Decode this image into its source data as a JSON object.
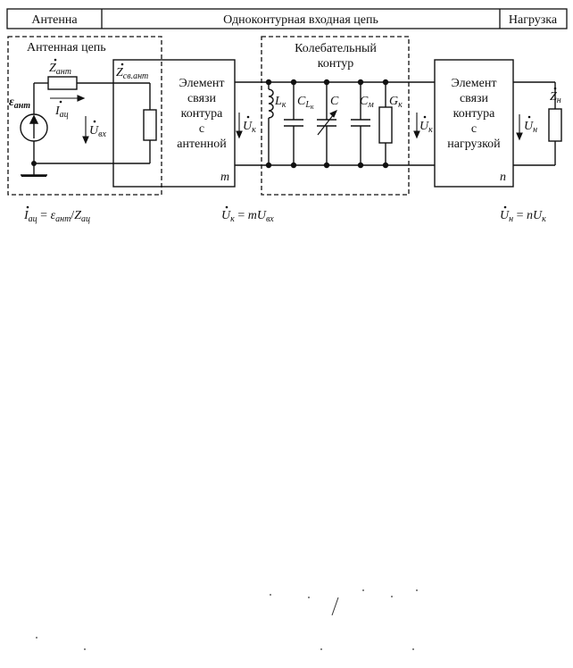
{
  "header": {
    "antenna": "Антенна",
    "input_circuit": "Одноконтурная входная цепь",
    "load": "Нагрузка"
  },
  "antenna_circuit": {
    "title": "Антенная цепь",
    "z_ant_main": "Z",
    "z_ant_sub": "ант",
    "z_sv_main": "Z",
    "z_sv_sub": "св.ант",
    "eps_main": "ε",
    "eps_sub": "ант",
    "i_main": "I",
    "i_sub": "ац",
    "u_main": "U",
    "u_sub": "вх"
  },
  "coupling_antenna": {
    "line1": "Элемент",
    "line2": "связи",
    "line3": "контура",
    "line4": "с",
    "line5": "антенной",
    "coef": "m"
  },
  "tank": {
    "title1": "Колебательный",
    "title2": "контур",
    "uk_main": "U",
    "uk_sub": "к",
    "lk_main": "L",
    "lk_sub": "к",
    "clk_main": "C",
    "clk_sub": "L",
    "clk_subsub": "к",
    "c_main": "C",
    "cm_main": "C",
    "cm_sub": "м",
    "gk_main": "G",
    "gk_sub": "к"
  },
  "coupling_load": {
    "line1": "Элемент",
    "line2": "связи",
    "line3": "контура",
    "line4": "с",
    "line5": "нагрузкой",
    "coef": "n",
    "uk_main": "U",
    "uk_sub": "к"
  },
  "load": {
    "un_main": "U",
    "un_sub": "н",
    "zn_main": "Z",
    "zn_sub": "н"
  },
  "formulas": {
    "f1_a": "I",
    "f1_a_sub": "ац",
    "f1_eq": " = ",
    "f1_b": "ε",
    "f1_b_sub": "ант",
    "f1_slash": "/",
    "f1_c": "Z",
    "f1_c_sub": "ац",
    "f2_a": "U",
    "f2_a_sub": "к",
    "f2_eq": " = ",
    "f2_m": "m",
    "f2_b": "U",
    "f2_b_sub": "вх",
    "f3_a": "U",
    "f3_a_sub": "н",
    "f3_eq": " = ",
    "f3_n": "n",
    "f3_b": "U",
    "f3_b_sub": "к"
  }
}
